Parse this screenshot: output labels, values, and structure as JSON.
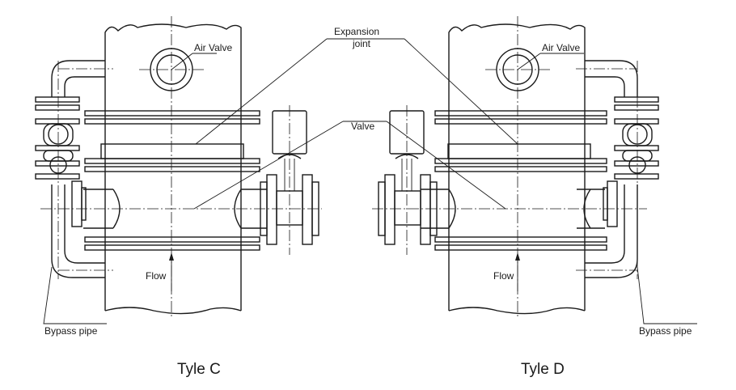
{
  "labels": {
    "air_valve_left": "Air Valve",
    "air_valve_right": "Air Valve",
    "expansion_joint_line1": "Expansion",
    "expansion_joint_line2": "joint",
    "valve": "Valve",
    "flow_left": "Flow",
    "flow_right": "Flow",
    "bypass_left": "Bypass pipe",
    "bypass_right": "Bypass pipe"
  },
  "captions": {
    "left": "Tyle C",
    "right": "Tyle D"
  }
}
